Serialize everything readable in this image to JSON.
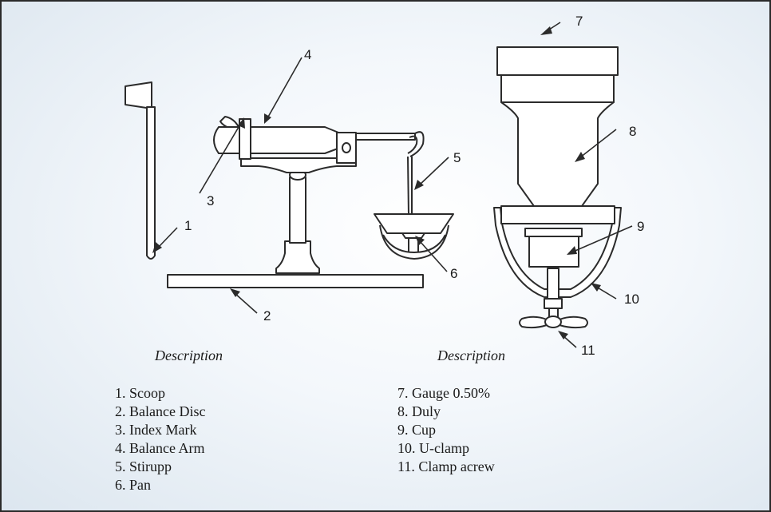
{
  "callouts": {
    "n1": "1",
    "n2": "2",
    "n3": "3",
    "n4": "4",
    "n5": "5",
    "n6": "6",
    "n7": "7",
    "n8": "8",
    "n9": "9",
    "n10": "10",
    "n11": "11"
  },
  "left_description": {
    "heading": "Description",
    "items": [
      "1. Scoop",
      "2. Balance Disc",
      "3. Index Mark",
      "4. Balance Arm",
      "5. Stirupp",
      "6. Pan"
    ]
  },
  "right_description": {
    "heading": "Description",
    "items": [
      "7. Gauge 0.50%",
      "8. Duly",
      "9. Cup",
      "10. U-clamp",
      "11. Clamp acrew"
    ]
  },
  "colors": {
    "stroke": "#2b2b2b",
    "fill": "#ffffff",
    "background": "#eef3f8"
  }
}
